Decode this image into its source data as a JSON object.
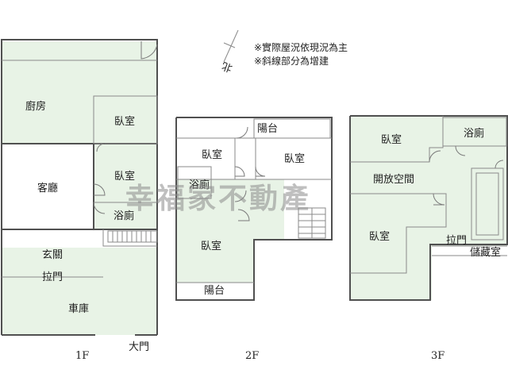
{
  "notes": {
    "line1": "※實際屋況依現況為主",
    "line2": "※斜線部分為增建"
  },
  "compass_label": "北",
  "watermark": "幸福家不動產",
  "floor1": {
    "label": "1F",
    "rooms": {
      "kitchen": "廚房",
      "bedroom": "臥室",
      "living": "客廳",
      "bedroom2": "臥室",
      "bathroom": "浴廁",
      "entrance": "玄關",
      "sliding_door": "拉門",
      "garage": "車庫",
      "main_door": "大門"
    }
  },
  "floor2": {
    "label": "2F",
    "rooms": {
      "balcony_top": "陽台",
      "bedroom_a": "臥室",
      "bedroom_b": "臥室",
      "bathroom": "浴廁",
      "bedroom_c": "臥室",
      "balcony_bottom": "陽台"
    }
  },
  "floor3": {
    "label": "3F",
    "rooms": {
      "bedroom_a": "臥室",
      "bathroom": "浴廁",
      "open_space": "開放空間",
      "bedroom_b": "臥室",
      "sliding_door": "拉門",
      "storage": "儲藏室"
    }
  }
}
